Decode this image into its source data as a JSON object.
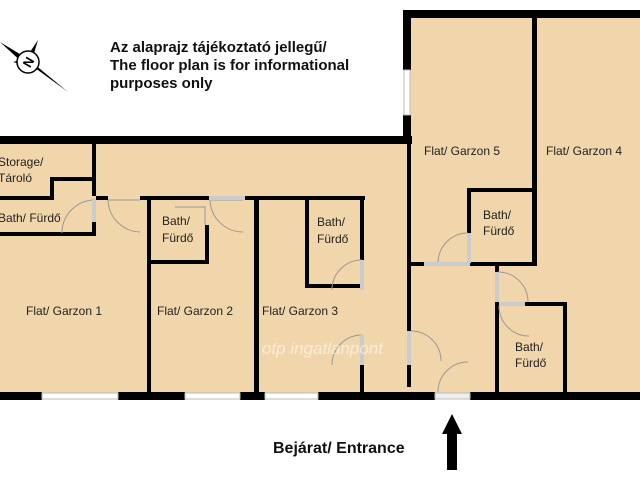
{
  "note": {
    "line1": "Az alaprajz tájékoztató jellegű/",
    "line2": "The floor plan is for informational",
    "line3": "purposes only"
  },
  "compass": {
    "icon": "compass-north-icon",
    "label": "N"
  },
  "rooms": {
    "storage_1": "Storage/",
    "storage_2": "Tároló",
    "bath1": "Bath/ Fürdő",
    "bath2_1": "Bath/",
    "bath2_2": "Fürdő",
    "bath3_1": "Bath/",
    "bath3_2": "Fürdő",
    "bath5_1": "Bath/",
    "bath5_2": "Fürdő",
    "bath4_1": "Bath/",
    "bath4_2": "Fürdő",
    "flat1": "Flat/ Garzon 1",
    "flat2": "Flat/ Garzon 2",
    "flat3": "Flat/ Garzon 3",
    "flat4": "Flat/ Garzon 4",
    "flat5": "Flat/ Garzon 5"
  },
  "watermark": "otp ingatlanpont",
  "entrance": {
    "label": "Bejárat/ Entrance",
    "icon": "arrow-up-icon"
  },
  "colors": {
    "floor": "#f1d6ab",
    "wall": "#000000",
    "window": "#dcdcdc"
  }
}
